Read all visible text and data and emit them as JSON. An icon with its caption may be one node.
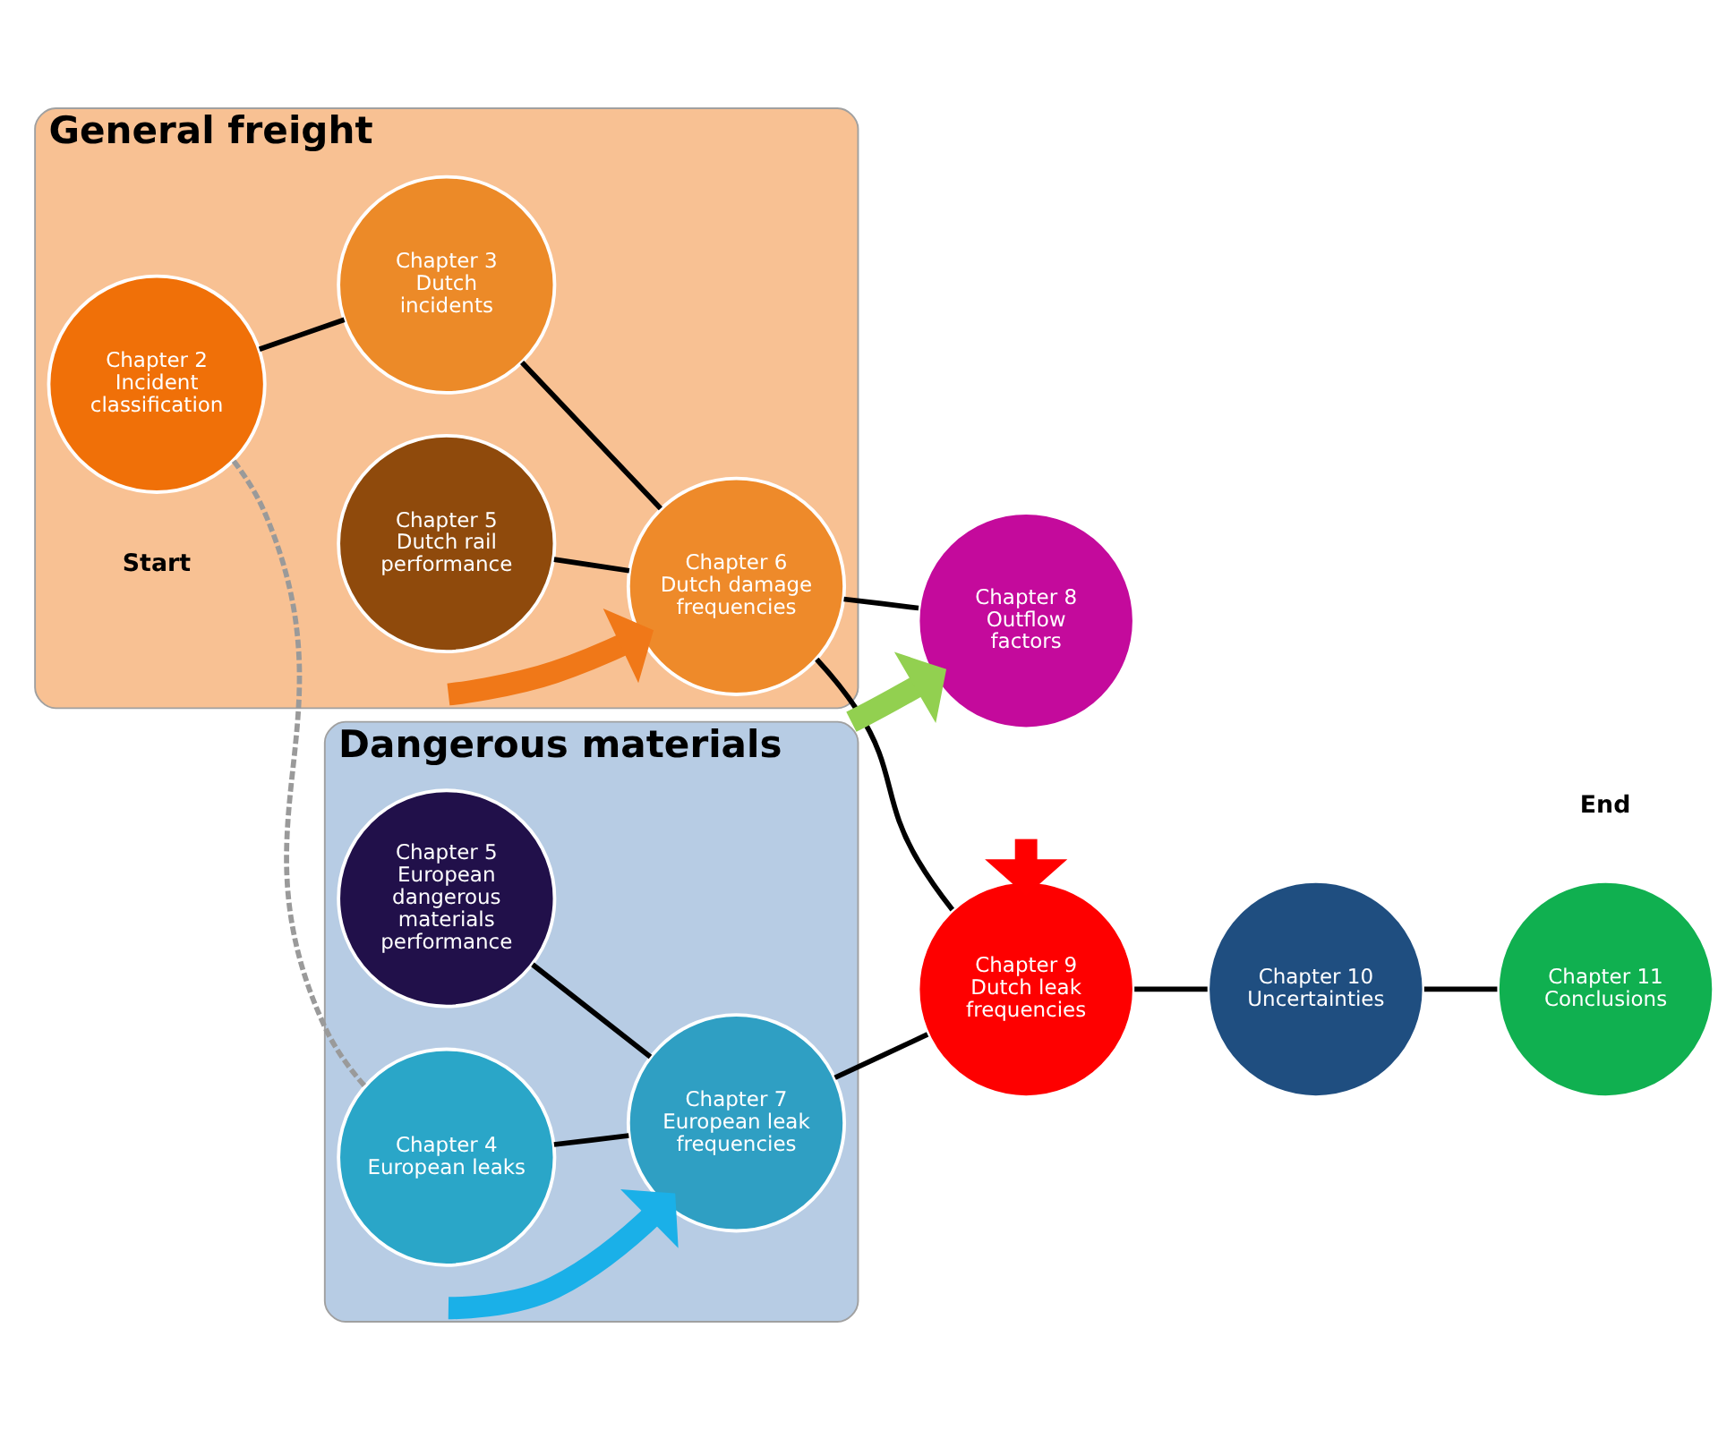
{
  "diagram": {
    "nodes": [
      {
        "text": [
          "General freight"
        ]
      },
      {
        "text": [
          "Chapter 2",
          "Incident classification"
        ],
        "in": 0,
        "beside": [
          "Start"
        ]
      },
      {
        "text": [
          "Chapter 3",
          "Dutch incidents"
        ],
        "in": 0
      },
      {
        "text": [
          "Chapter 5",
          "Dutch rail performance"
        ],
        "in": 0
      },
      {
        "text": [
          "Chapter 6",
          "Dutch damage frequencies"
        ],
        "in": 0
      },
      {
        "text": [
          "Chapter 9",
          "Dutch leak frequencies"
        ]
      },
      {
        "text": [
          "Chapter 8",
          "Outflow factors"
        ]
      },
      {
        "text": [
          "Chapter 10",
          "Uncertainties"
        ]
      },
      {
        "text": [
          "Dangerous materials"
        ]
      },
      {
        "text": [
          "Chapter 4",
          "European leaks"
        ],
        "in": 8
      },
      {
        "text": [
          "Chapter 7",
          "European leak frequencies"
        ],
        "in": 8
      },
      {
        "text": [
          "Chapter 5",
          "European dangerous materials performance"
        ],
        "in": 8
      },
      {
        "text": [
          "Chapter 11",
          "Conclusions"
        ],
        "beside": [
          "End"
        ]
      }
    ],
    "edges": [
      {
        "from": 1,
        "to": 2,
        "arrow": "none"
      },
      {
        "from": 2,
        "to": 4,
        "arrow": "none"
      },
      {
        "from": 3,
        "to": 4,
        "arrow": "none"
      },
      {
        "from": 1,
        "to": 9,
        "arrow": "none",
        "style": "dashed",
        "color": "#9a9a9a"
      },
      {
        "from": 9,
        "to": 10,
        "arrow": "none"
      },
      {
        "from": 11,
        "to": 10,
        "arrow": "none"
      },
      {
        "from": 4,
        "to": 5,
        "arrow": "none"
      },
      {
        "from": 4,
        "to": 6,
        "arrow": "none"
      },
      {
        "from": 10,
        "to": 5,
        "arrow": "none"
      },
      {
        "from": 5,
        "to": 7,
        "arrow": "none"
      },
      {
        "from": 7,
        "to": 12,
        "arrow": "none"
      },
      {
        "from": null,
        "to": 4,
        "arrow": "to",
        "style": "thick",
        "color": "#f07818"
      },
      {
        "from": null,
        "to": 10,
        "arrow": "to",
        "style": "thick",
        "color": "#1ab0e8"
      },
      {
        "from": 8,
        "to": 6,
        "arrow": "to",
        "style": "thick",
        "color": "#92d050"
      },
      {
        "from": null,
        "to": 5,
        "arrow": "to",
        "style": "thick",
        "color": "#ff0000"
      }
    ]
  }
}
